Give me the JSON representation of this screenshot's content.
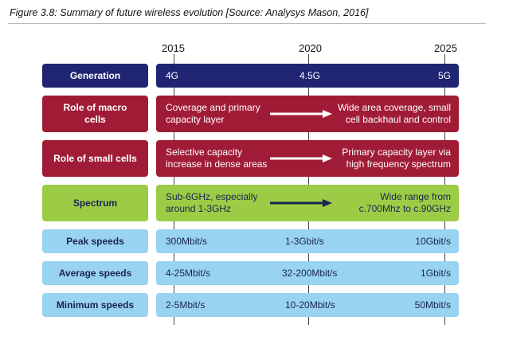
{
  "caption": "Figure 3.8: Summary of future wireless evolution [Source: Analysys Mason, 2016]",
  "years": [
    "2015",
    "2020",
    "2025"
  ],
  "colors": {
    "navy": "#1f2572",
    "maroon": "#a01c36",
    "green": "#9ccc45",
    "light_blue": "#99d3f2"
  },
  "rows": {
    "generation": {
      "label": "Generation",
      "left": "4G",
      "mid": "4.5G",
      "right": "5G"
    },
    "macro": {
      "label_l1": "Role of macro",
      "label_l2": "cells",
      "left_l1": "Coverage and primary",
      "left_l2": "capacity layer",
      "right_l1": "Wide area coverage, small",
      "right_l2": "cell backhaul and control"
    },
    "small": {
      "label": "Role of small cells",
      "left_l1": "Selective capacity",
      "left_l2": "increase in dense areas",
      "right_l1": "Primary capacity layer via",
      "right_l2": "high frequency spectrum"
    },
    "spectrum": {
      "label": "Spectrum",
      "left_l1": "Sub-6GHz, especially",
      "left_l2": "around 1-3GHz",
      "right_l1": "Wide range from",
      "right_l2": "c.700Mhz to c.90GHz"
    },
    "peak": {
      "label": "Peak speeds",
      "left": "300Mbit/s",
      "mid": "1-3Gbit/s",
      "right": "10Gbit/s"
    },
    "average": {
      "label": "Average speeds",
      "left": "4-25Mbit/s",
      "mid": "32-200Mbit/s",
      "right": "1Gbit/s"
    },
    "minimum": {
      "label": "Minimum speeds",
      "left": "2-5Mbit/s",
      "mid": "10-20Mbit/s",
      "right": "50Mbit/s"
    }
  }
}
